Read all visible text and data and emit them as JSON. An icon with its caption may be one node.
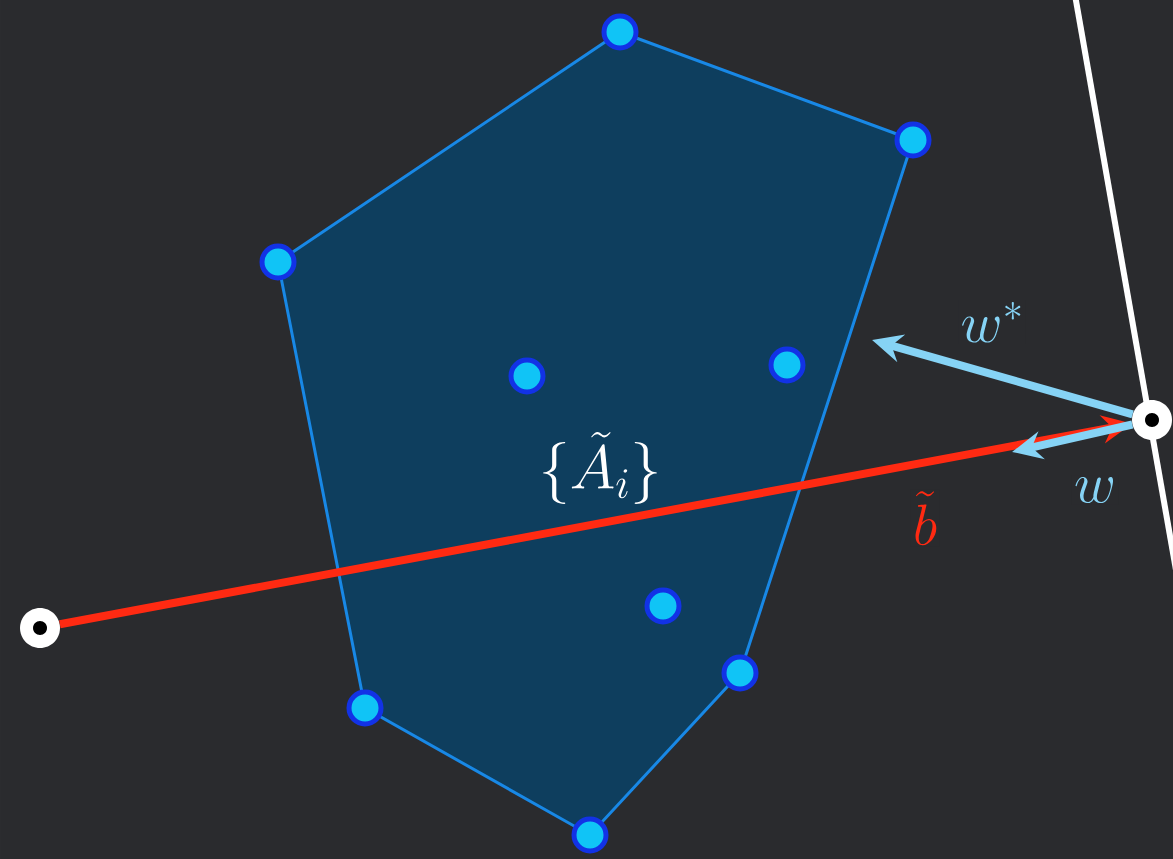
{
  "diagram": {
    "nodes": [
      {
        "text": [
          "\\{\\tilde{A}_i\\}"
        ]
      },
      {
        "text": [],
        "shape": "circle"
      },
      {
        "text": [],
        "shape": "circle"
      }
    ],
    "edges": [
      {
        "from": 2,
        "to": 1,
        "arrow": "to",
        "label": "\\tilde{b}",
        "color": "#ff2a12"
      },
      {
        "from": 1,
        "to": null,
        "arrow": "to",
        "label": "w^*",
        "color": "#86d3f5"
      },
      {
        "from": 1,
        "to": null,
        "arrow": "to",
        "label": "w",
        "color": "#86d3f5"
      }
    ]
  }
}
